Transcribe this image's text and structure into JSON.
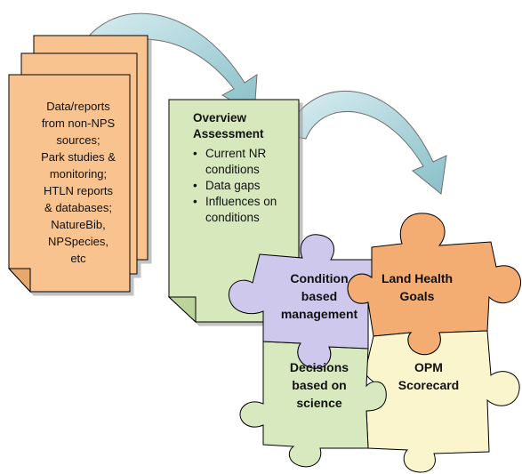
{
  "data_sources": {
    "lines": [
      "Data/reports",
      "from non-NPS",
      "sources;",
      "Park studies &",
      "monitoring;",
      "HTLN reports",
      "& databases;",
      "NatureBib,",
      "NPSpecies,",
      "etc"
    ]
  },
  "overview": {
    "title_line1": "Overview",
    "title_line2": "Assessment",
    "bullets": [
      [
        "Current NR",
        "conditions"
      ],
      [
        "Data gaps"
      ],
      [
        "Influences on",
        "conditions"
      ]
    ]
  },
  "puzzle": {
    "condition": [
      "Condition",
      "based",
      "management"
    ],
    "land_health": [
      "Land Health",
      "Goals"
    ],
    "decisions": [
      "Decisions",
      "based on",
      "science"
    ],
    "opm": [
      "OPM",
      "Scorecard"
    ]
  },
  "colors": {
    "data_doc_fill": "#F8C38F",
    "overview_fill": "#D7E8BD",
    "purple_piece": "#CDC8EC",
    "orange_piece": "#F3AD72",
    "green_piece": "#D8E9C0",
    "yellow_piece": "#FAF5CC",
    "arrow": "#A9D0D6",
    "outline": "#000000"
  }
}
